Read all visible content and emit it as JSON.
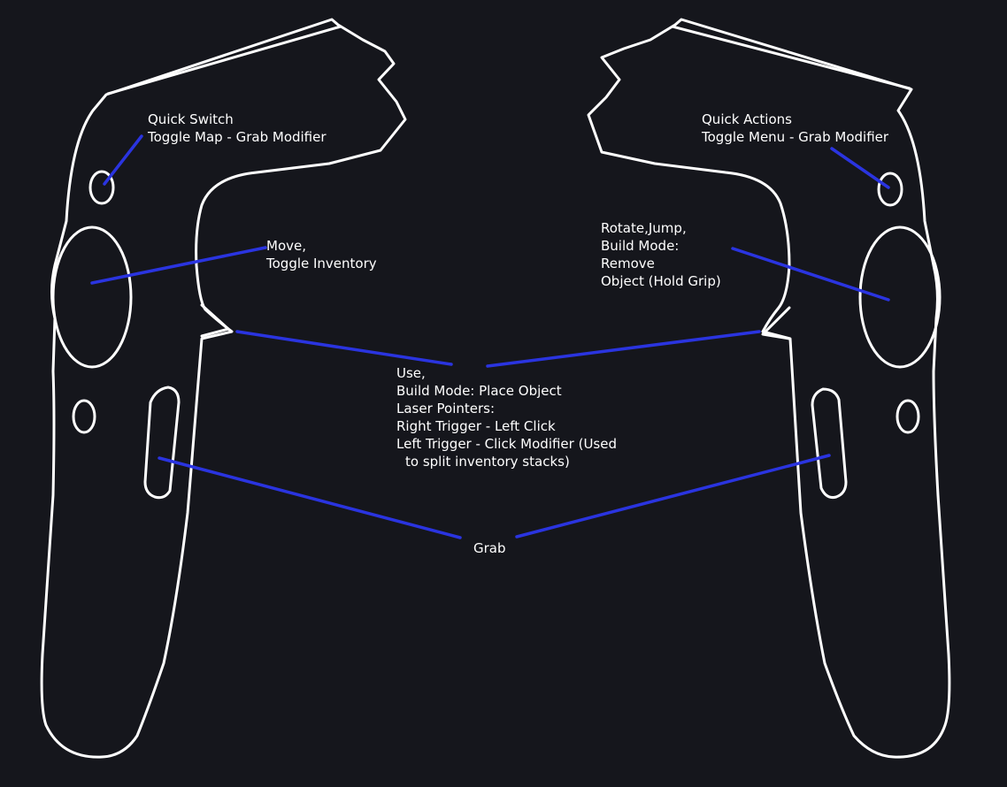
{
  "colors": {
    "background": "#15161c",
    "outline": "#ffffff",
    "leader": "#2a34e0",
    "text": "#ffffff"
  },
  "labels": {
    "quick_switch": [
      "Quick Switch",
      "Toggle Map - Grab Modifier"
    ],
    "move": [
      "Move,",
      "Toggle Inventory"
    ],
    "quick_actions": [
      "Quick Actions",
      "Toggle Menu - Grab Modifier"
    ],
    "rotate": [
      "Rotate,Jump,",
      "Build Mode:",
      "Remove",
      "Object (Hold Grip)"
    ],
    "use": [
      "Use,",
      "Build Mode: Place Object",
      "Laser Pointers:",
      "Right Trigger - Left Click",
      "Left Trigger - Click Modifier (Used",
      "to split inventory stacks)"
    ],
    "grab": [
      "Grab"
    ]
  }
}
